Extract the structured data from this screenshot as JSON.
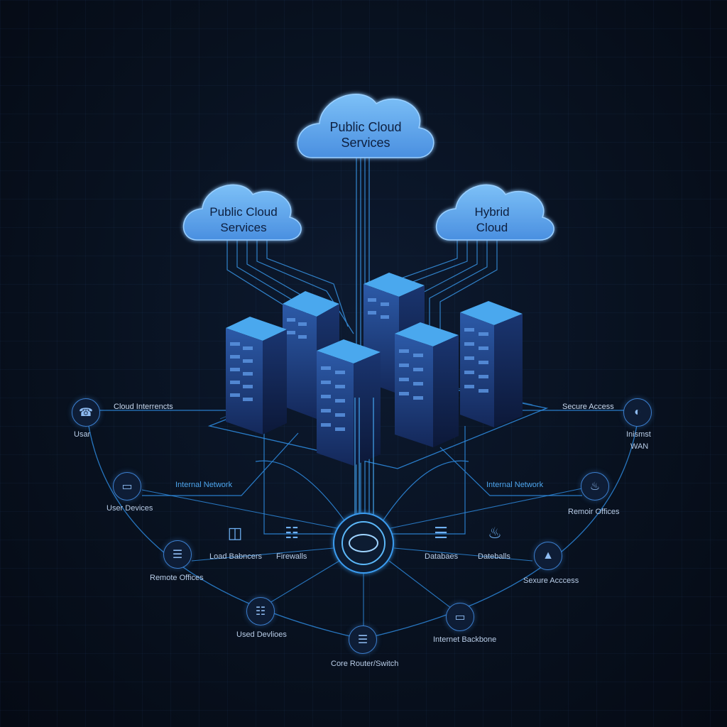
{
  "clouds": {
    "top": {
      "line1": "Public Cloud",
      "line2": "Services"
    },
    "left": {
      "line1": "Public Cloud",
      "line2": "Services"
    },
    "right": {
      "line1": "Hybrid",
      "line2": "Cloud"
    }
  },
  "links": {
    "cloud_interconnects": "Cloud Interrencts",
    "secure_access_top": "Secure Access",
    "internal_network_left": "Internal Network",
    "internal_network_right": "Internal Network"
  },
  "nodes": {
    "user": "Usar",
    "wan_line1": "Inismst",
    "wan_line2": "WAN",
    "user_devices": "User Devices",
    "remote_offices_right": "Remoir Offices",
    "remote_offices_left": "Remote Offices",
    "secure_access_bottom": "Sexure Acccess",
    "used_devices": "Used Devlioes",
    "internet_backbone": "Internet Backbone",
    "core_router": "Core Router/Switch"
  },
  "services": {
    "load_balancers": "Load Babncers",
    "firewalls": "Firewalls",
    "databases": "Databaes",
    "dateballs": "Dateballs"
  },
  "colors": {
    "line": "#2f8fe6",
    "cloud": "#5aa4ee",
    "server_top": "#4aa8ee",
    "server_front": "#203f80",
    "node_ring": "#3c7fcf"
  },
  "icons": {
    "user": "phone-icon",
    "wan": "globe-icon",
    "user_devices": "monitor-icon",
    "remote_offices_right": "flame-icon",
    "remote_offices_left": "server-icon",
    "secure_access": "fire-icon",
    "used_devices": "device-icon",
    "internet_backbone": "monitor-icon",
    "core_router": "router-icon"
  }
}
